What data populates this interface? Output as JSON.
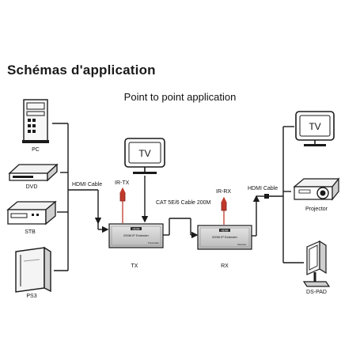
{
  "heading": "Schémas d'application",
  "subtitle": "Point to point application",
  "sources": [
    {
      "label": "PC",
      "icon": "pc-tower-icon"
    },
    {
      "label": "DVD",
      "icon": "dvd-player-icon"
    },
    {
      "label": "STB",
      "icon": "set-top-box-icon"
    },
    {
      "label": "PS3",
      "icon": "ps3-console-icon"
    }
  ],
  "cables": {
    "hdmi_in": "HDMI Cable",
    "cat": "CAT 5E/6 Cable 200M",
    "hdmi_out": "HDMI Cable"
  },
  "ir": {
    "tx": "IR-TX",
    "rx": "IR-RX"
  },
  "tv_text": "TV",
  "transmitter": {
    "label": "TX",
    "brand": "HDMI",
    "model": "200M IP Extender",
    "tag": "Transmitter"
  },
  "receiver": {
    "label": "RX",
    "brand": "HDMI",
    "model": "200M IP Extender",
    "tag": "Receiver"
  },
  "outputs": [
    {
      "label": "",
      "icon": "tv-icon"
    },
    {
      "label": "Projector",
      "icon": "projector-icon"
    },
    {
      "label": "DS-PAD",
      "icon": "digital-signage-icon"
    }
  ],
  "colors": {
    "ir_accent": "#c0392b",
    "line": "#1a1a1a",
    "device_fill": "#d0d0d0"
  }
}
